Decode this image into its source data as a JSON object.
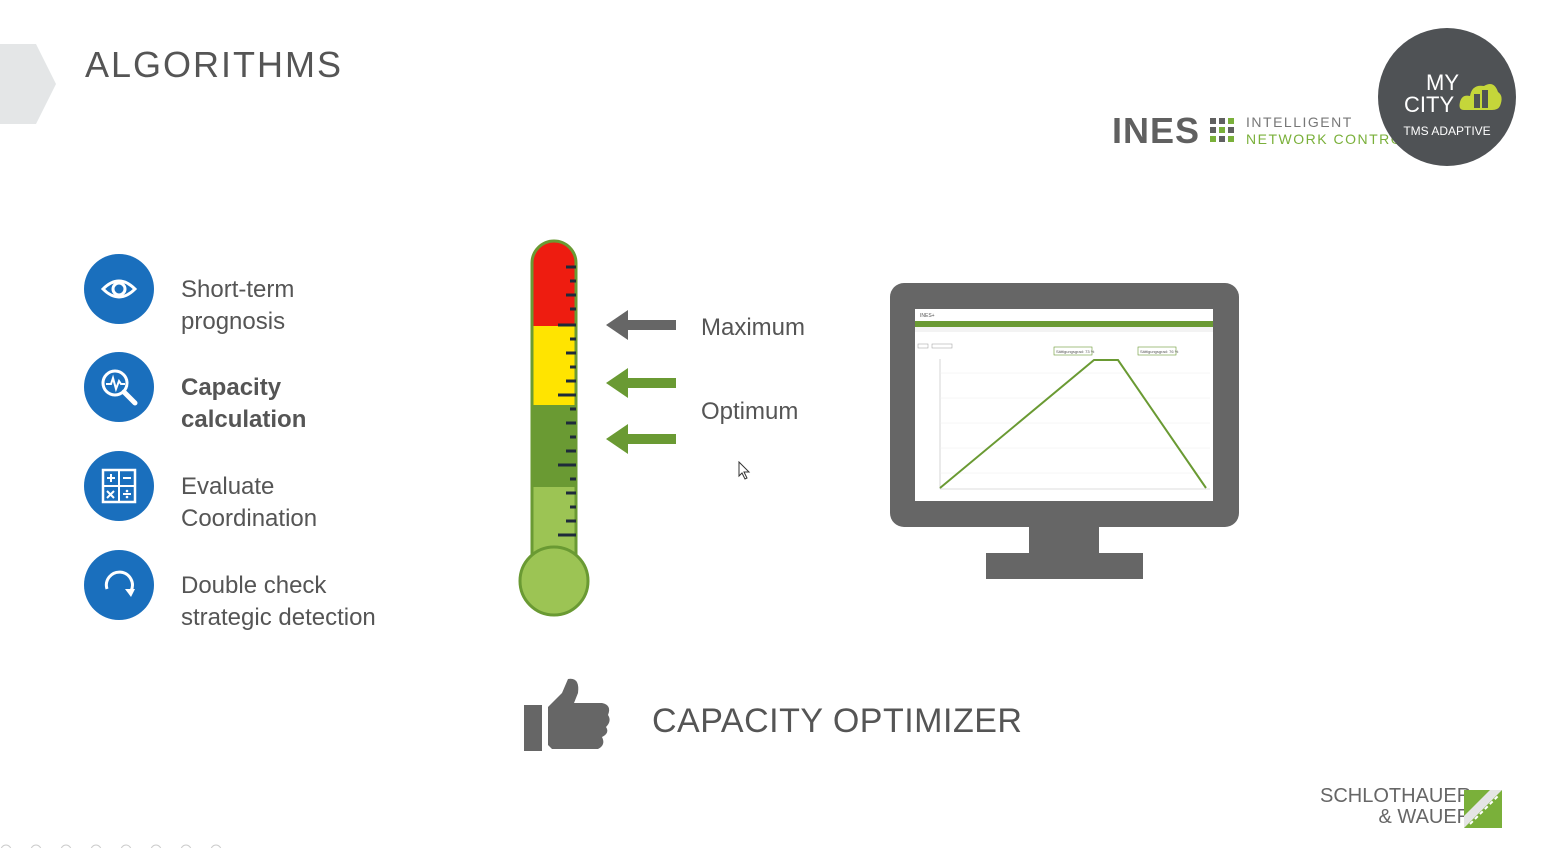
{
  "slide": {
    "title": "ALGORITHMS"
  },
  "features": [
    {
      "line1": "Short-term",
      "line2": "prognosis",
      "icon": "eye-icon",
      "bold": false
    },
    {
      "line1": "Capacity",
      "line2": "calculation",
      "icon": "magnifier-pulse-icon",
      "bold": true
    },
    {
      "line1": "Evaluate",
      "line2": "Coordination",
      "icon": "calculator-icon",
      "bold": false
    },
    {
      "line1": "Double check",
      "line2": "strategic detection",
      "icon": "refresh-arrow-icon",
      "bold": false
    }
  ],
  "thermometer": {
    "labels": {
      "maximum": "Maximum",
      "optimum": "Optimum"
    },
    "colors": {
      "red": "#ee1c10",
      "yellow": "#ffe400",
      "dark_green": "#6a9a33",
      "light_green": "#9cc454",
      "arrow_gray": "#666666",
      "arrow_green": "#6a9a33"
    }
  },
  "logos": {
    "ines": {
      "word": "INES",
      "line1": "INTELLIGENT",
      "line2": "NETWORK CONTROL",
      "color_line1": "#777777",
      "color_line2": "#7ab03a"
    },
    "mycity": {
      "line1": "MY",
      "line2": "CITY",
      "line3": "TMS ADAPTIVE"
    },
    "schlothauer": {
      "line1": "SCHLOTHAUER",
      "line2": "& WAUER"
    }
  },
  "monitor_screen": {
    "app_name": "INES+",
    "tooltips": [
      "Sättigungsgrad: 73 %",
      "Sättigungsgrad: 76 %"
    ]
  },
  "bottom": {
    "label": "CAPACITY OPTIMIZER",
    "icon": "thumbs-up-icon"
  }
}
